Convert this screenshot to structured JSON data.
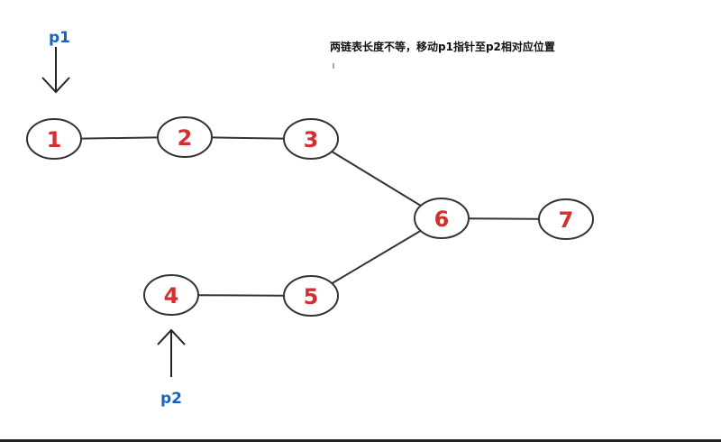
{
  "note": "两链表长度不等，移动p1指针至p2相对应位置",
  "colors": {
    "node_label": "#d32f2f",
    "pointer_label": "#1565c0",
    "stroke": "#333333"
  },
  "nodes": [
    {
      "id": "1",
      "label": "1"
    },
    {
      "id": "2",
      "label": "2"
    },
    {
      "id": "3",
      "label": "3"
    },
    {
      "id": "4",
      "label": "4"
    },
    {
      "id": "5",
      "label": "5"
    },
    {
      "id": "6",
      "label": "6"
    },
    {
      "id": "7",
      "label": "7"
    }
  ],
  "edges": [
    {
      "from": "1",
      "to": "2"
    },
    {
      "from": "2",
      "to": "3"
    },
    {
      "from": "3",
      "to": "6"
    },
    {
      "from": "4",
      "to": "5"
    },
    {
      "from": "5",
      "to": "6"
    },
    {
      "from": "6",
      "to": "7"
    }
  ],
  "pointers": [
    {
      "id": "p1",
      "label": "p1",
      "target": "1",
      "direction": "down"
    },
    {
      "id": "p2",
      "label": "p2",
      "target": "4",
      "direction": "up"
    }
  ]
}
